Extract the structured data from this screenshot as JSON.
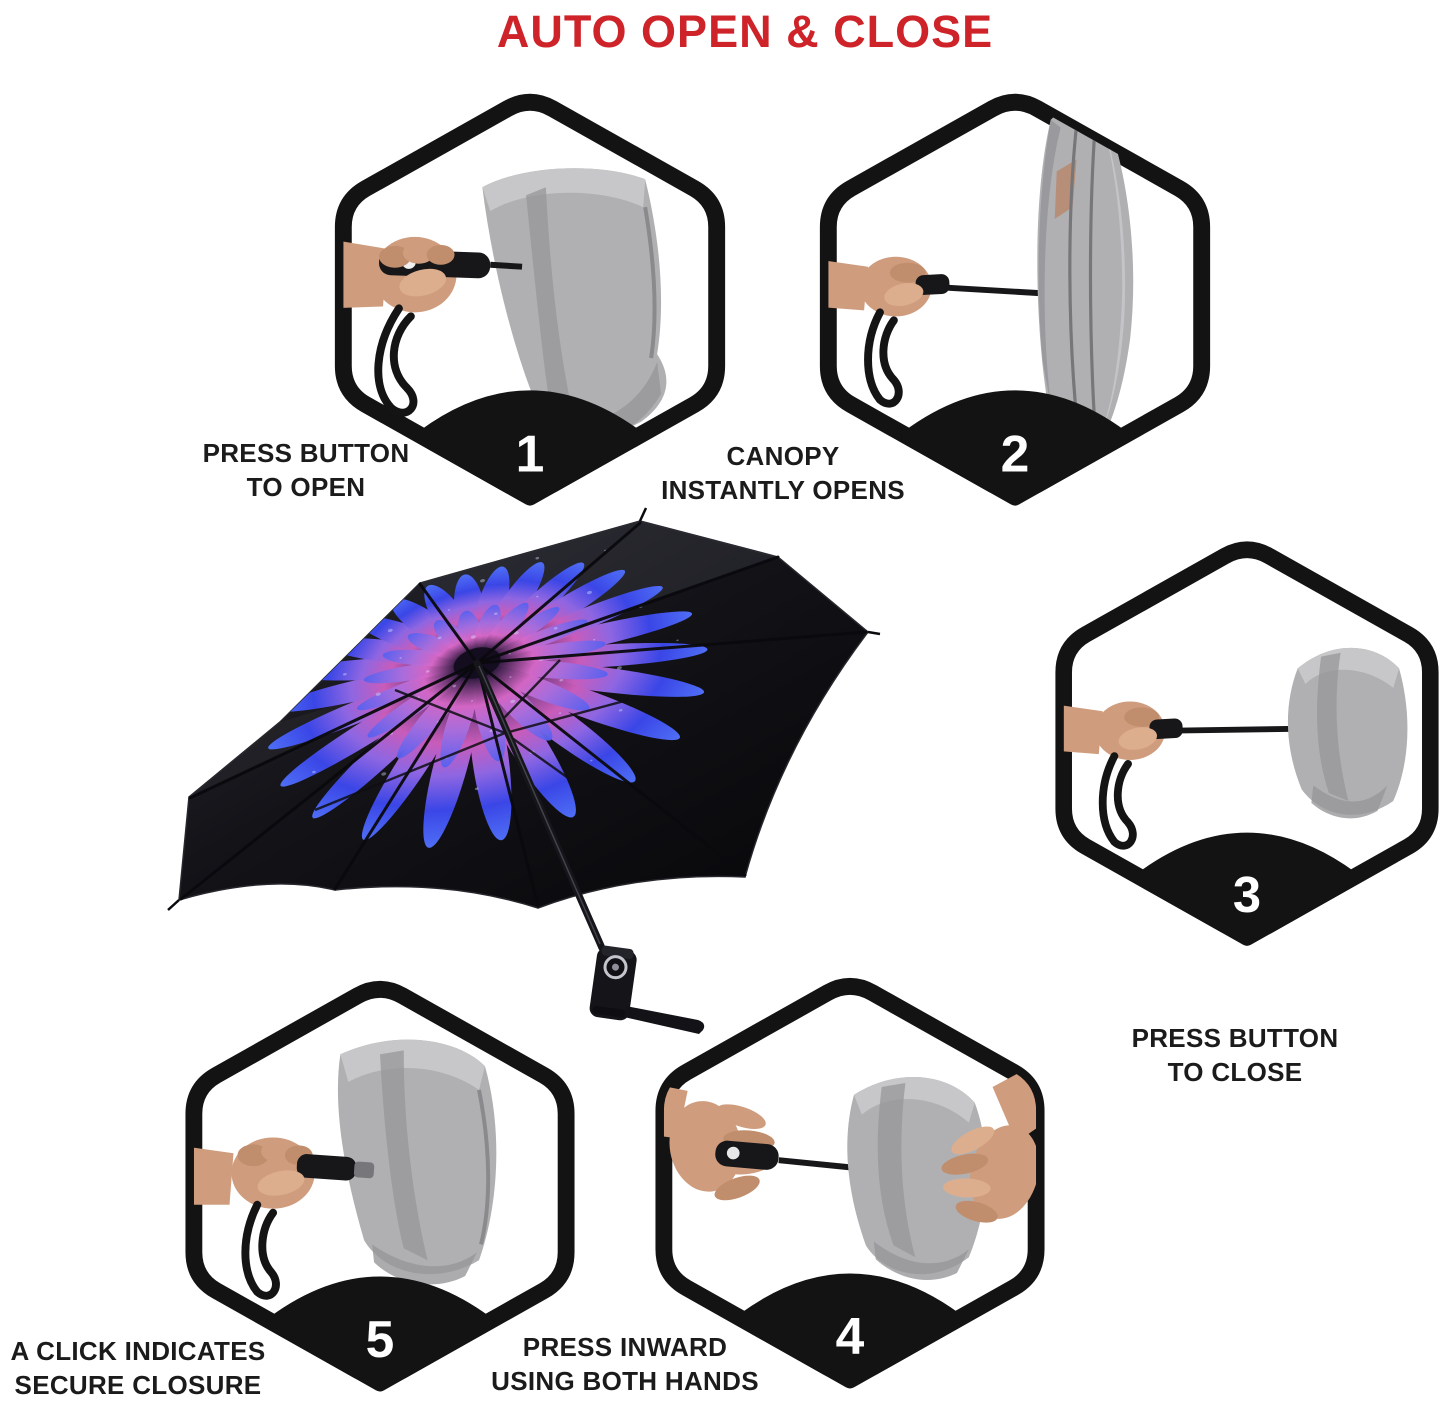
{
  "title": {
    "text": "AUTO OPEN & CLOSE"
  },
  "steps": [
    {
      "number": "1",
      "label": "PRESS BUTTON\nTO OPEN",
      "photo": "hand-pressing-handle-button-of-folded-umbrella"
    },
    {
      "number": "2",
      "label": "CANOPY\nINSTANTLY OPENS",
      "photo": "umbrella-canopy-opened-side-view"
    },
    {
      "number": "3",
      "label": "PRESS BUTTON\nTO CLOSE",
      "photo": "hand-pressing-button-canopy-collapsed"
    },
    {
      "number": "4",
      "label": "PRESS INWARD\nUSING BOTH HANDS",
      "photo": "two-hands-pressing-umbrella-shut"
    },
    {
      "number": "5",
      "label": "A CLICK INDICATES\nSECURE CLOSURE",
      "photo": "hand-holding-fully-closed-umbrella"
    }
  ],
  "center_image": {
    "name": "open-umbrella-underside-black-canopy-blue-daisy-flower"
  },
  "colors": {
    "title_red": "#cd2329",
    "outline_black": "#131313",
    "number_white": "#ffffff",
    "label_black": "#1b1b1b",
    "photo_gray": "#b0b0b3",
    "skin_tone": "#cf9d7e",
    "flower_blue": "#3a46e6",
    "flower_pink": "#d868c8",
    "canopy_black": "#0d0d12"
  }
}
